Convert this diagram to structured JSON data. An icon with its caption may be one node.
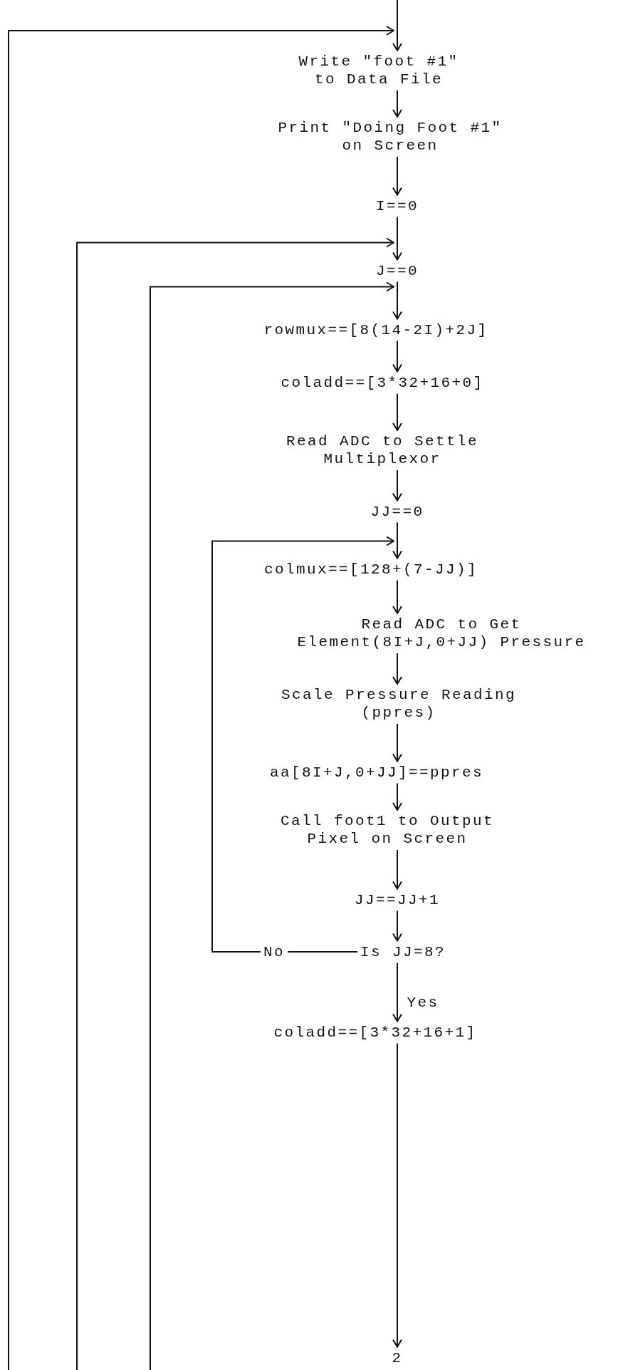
{
  "diagram": {
    "nodes": [
      {
        "text": [
          "Write \"foot #1\" to Data File"
        ]
      },
      {
        "text": [
          "Print \"Doing Foot #1\" on Screen"
        ]
      },
      {
        "text": [
          "I==0"
        ]
      },
      {
        "text": [
          "J==0"
        ]
      },
      {
        "text": [
          "rowmux==[8(14-2I)+2J]"
        ]
      },
      {
        "text": [
          "coladd==[3*32+16+0]"
        ]
      },
      {
        "text": [
          "Read ADC to Settle Multiplexor"
        ]
      },
      {
        "text": [
          "JJ==0"
        ]
      },
      {
        "text": [
          "colmux==[128+(7-JJ)]"
        ]
      },
      {
        "text": [
          "Read ADC to Get Element(8I+J,0+JJ) Pressure"
        ]
      },
      {
        "text": [
          "Scale Pressure Reading (ppres)"
        ]
      },
      {
        "text": [
          "aa[8I+J,0+JJ]==ppres"
        ]
      },
      {
        "text": [
          "Call foot1 to Output Pixel on Screen"
        ]
      },
      {
        "text": [
          "JJ==JJ+1"
        ]
      },
      {
        "text": [
          "Is JJ=8?"
        ]
      },
      {
        "text": [
          "coladd==[3*32+16+1]"
        ]
      },
      {
        "text": [
          "2"
        ]
      }
    ],
    "edges": [
      {
        "from": null,
        "to": 0,
        "arrow": "to"
      },
      {
        "from": null,
        "to": 0,
        "arrow": "to"
      },
      {
        "from": 0,
        "to": 1,
        "arrow": "to"
      },
      {
        "from": 1,
        "to": 2,
        "arrow": "to"
      },
      {
        "from": 2,
        "to": 3,
        "arrow": "to"
      },
      {
        "from": null,
        "to": 3,
        "arrow": "to"
      },
      {
        "from": 3,
        "to": 4,
        "arrow": "to"
      },
      {
        "from": null,
        "to": 4,
        "arrow": "to"
      },
      {
        "from": 4,
        "to": 5,
        "arrow": "to"
      },
      {
        "from": 5,
        "to": 6,
        "arrow": "to"
      },
      {
        "from": 6,
        "to": 7,
        "arrow": "to"
      },
      {
        "from": 7,
        "to": 8,
        "arrow": "to"
      },
      {
        "from": 8,
        "to": 9,
        "arrow": "to"
      },
      {
        "from": 9,
        "to": 10,
        "arrow": "to"
      },
      {
        "from": 10,
        "to": 11,
        "arrow": "to"
      },
      {
        "from": 11,
        "to": 12,
        "arrow": "to"
      },
      {
        "from": 12,
        "to": 13,
        "arrow": "to"
      },
      {
        "from": 13,
        "to": 14,
        "arrow": "to"
      },
      {
        "from": 14,
        "to": 8,
        "arrow": "to",
        "label": "No"
      },
      {
        "from": 14,
        "to": 15,
        "arrow": "to",
        "label": "Yes"
      },
      {
        "from": 15,
        "to": 16,
        "arrow": "to"
      }
    ]
  }
}
